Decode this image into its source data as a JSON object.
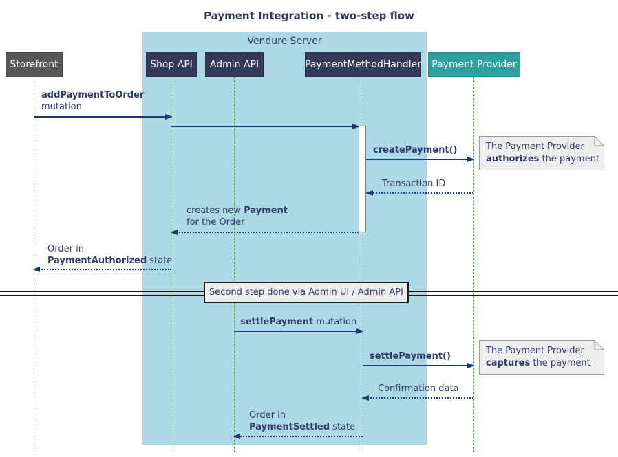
{
  "title": "Payment Integration - two-step flow",
  "frame": {
    "label": "Vendure Server"
  },
  "participants": {
    "storefront": "Storefront",
    "shop_api": "Shop API",
    "admin_api": "Admin API",
    "payment_method_handler": "PaymentMethodHandler",
    "payment_provider": "Payment Provider"
  },
  "messages": {
    "add_payment": {
      "name": "addPaymentToOrder",
      "suffix": "mutation"
    },
    "create_payment": {
      "name": "createPayment()"
    },
    "transaction_id": {
      "name": "Transaction ID"
    },
    "creates_payment": {
      "pre": "creates new ",
      "name": "Payment",
      "line2": "for the Order"
    },
    "order_authorized": {
      "line1": "Order in",
      "name": "PaymentAuthorized",
      "suffix": " state"
    },
    "settle_payment_mutation": {
      "name": "settlePayment",
      "suffix": " mutation"
    },
    "settle_payment_call": {
      "name": "settlePayment()"
    },
    "confirmation_data": {
      "name": "Confirmation data"
    },
    "order_settled": {
      "line1": "Order in",
      "name": "PaymentSettled",
      "suffix": " state"
    }
  },
  "divider": {
    "label": "Second step done via Admin UI / Admin API"
  },
  "notes": {
    "authorize": {
      "line1": "The Payment Provider",
      "bold": "authorizes",
      "rest": " the payment"
    },
    "capture": {
      "line1": "The Payment Provider",
      "bold": "captures",
      "rest": " the payment"
    }
  },
  "colors": {
    "frame_fill": "#ACD9E5",
    "participant_fill": "#373B5B",
    "storefront_fill": "#575756",
    "provider_fill": "#2FA0A0",
    "arrow": "#1F3A6E",
    "message_text": "#2F3B66",
    "lifeline_green": "#52A352",
    "note_fill": "#EDEDED",
    "note_border": "#999999",
    "divider_fill": "#EEEEEE",
    "title_text": "#333B56"
  }
}
